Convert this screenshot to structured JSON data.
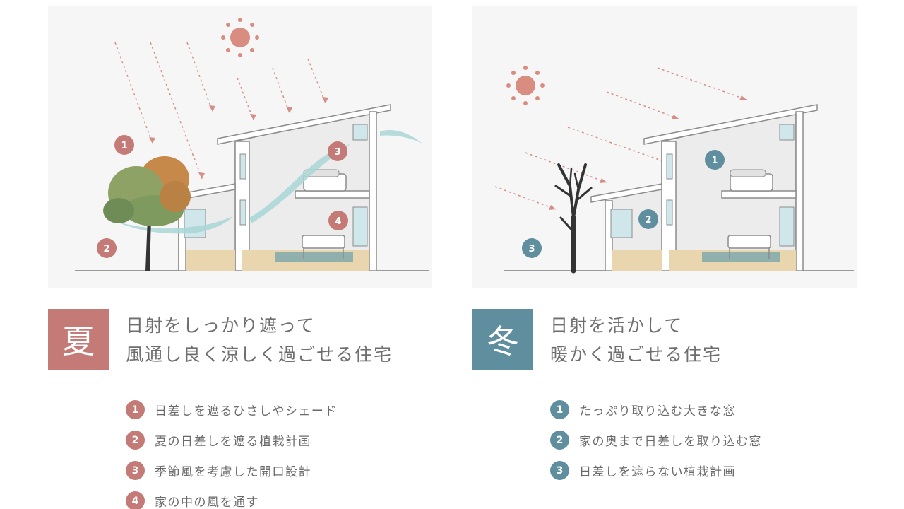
{
  "colors": {
    "summer": "#c47b77",
    "winter": "#5f8f9e",
    "breeze": "#a9d6d6",
    "sun": "#d98c80",
    "floor": "#e9d5ae",
    "rug": "#8fb0ad"
  },
  "summer": {
    "season": "夏",
    "headline": [
      "日射をしっかり遮って",
      "風通し良く涼しく過ごせる住宅"
    ],
    "diagram_badges": [
      "1",
      "2",
      "3",
      "4"
    ],
    "points": [
      {
        "num": "1",
        "text": "日差しを遮るひさしやシェード"
      },
      {
        "num": "2",
        "text": "夏の日差しを遮る植栽計画"
      },
      {
        "num": "3",
        "text": "季節風を考慮した開口設計"
      },
      {
        "num": "4",
        "text": "家の中の風を通す"
      }
    ]
  },
  "winter": {
    "season": "冬",
    "headline": [
      "日射を活かして",
      "暖かく過ごせる住宅"
    ],
    "diagram_badges": [
      "1",
      "2",
      "3"
    ],
    "points": [
      {
        "num": "1",
        "text": "たっぷり取り込む大きな窓"
      },
      {
        "num": "2",
        "text": "家の奥まで日差しを取り込む窓"
      },
      {
        "num": "3",
        "text": "日差しを遮らない植栽計画"
      }
    ]
  }
}
